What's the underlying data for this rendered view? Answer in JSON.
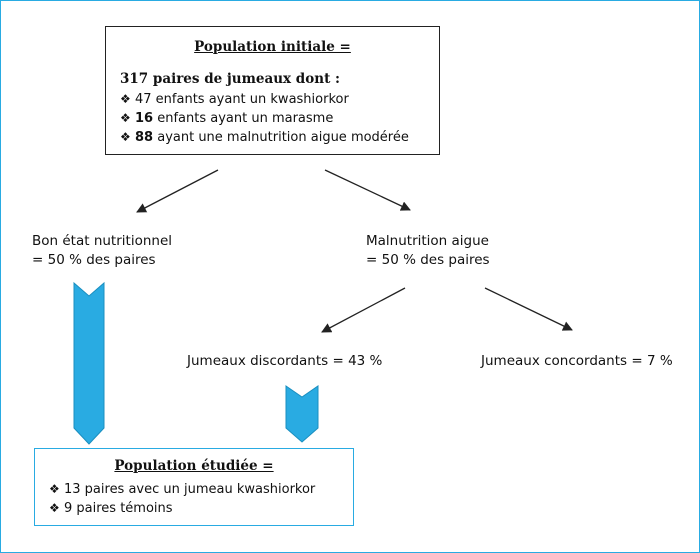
{
  "initial": {
    "title": "Population initiale =",
    "subtitle": "317 paires de jumeaux dont :",
    "items": [
      {
        "num": "",
        "text": "47 enfants ayant un kwashiorkor"
      },
      {
        "num": "16",
        "text": " enfants ayant un marasme"
      },
      {
        "num": "88",
        "text": " ayant une malnutrition aigue modérée"
      }
    ]
  },
  "branches": {
    "bon_etat": {
      "line1": "Bon état nutritionnel",
      "line2": "= 50 % des paires"
    },
    "malnutrition": {
      "line1": "Malnutrition aigue",
      "line2": "= 50 % des paires"
    },
    "discordants": "Jumeaux discordants = 43 %",
    "concordants": "Jumeaux concordants = 7 %"
  },
  "etudiee": {
    "title": "Population étudiée =",
    "items": [
      "13 paires avec un jumeau kwashiorkor",
      "9 paires témoins"
    ]
  },
  "colors": {
    "accent": "#29abe2",
    "line": "#222222"
  },
  "bullet_icon": "diamond-cross-icon"
}
